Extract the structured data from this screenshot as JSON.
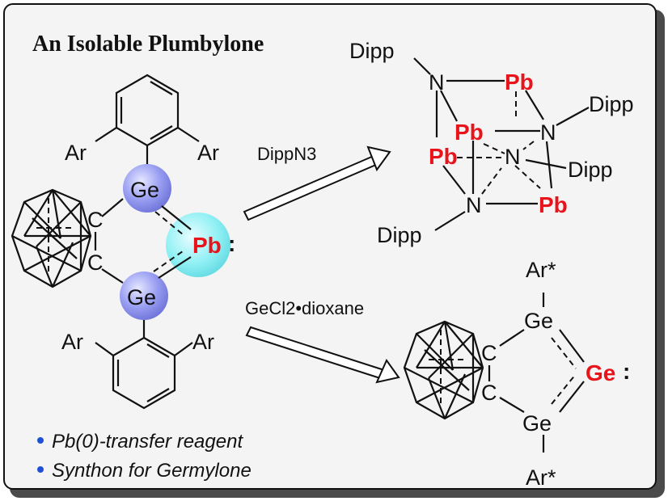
{
  "title": "An Isolable Plumbylone",
  "reagents": {
    "arrow_top": "DippN3",
    "arrow_bottom": "GeCl2•dioxane"
  },
  "plumbylone": {
    "aryl_group": "Ar",
    "germanium": "Ge",
    "carbon": "C",
    "lead": "Pb",
    "lone_pair": ":"
  },
  "cluster": {
    "substituent": "Dipp",
    "nitrogen": "N",
    "lead": "Pb"
  },
  "germylone": {
    "aryl_group": "Ar*",
    "germanium": "Ge",
    "carbon": "C",
    "central": "Ge",
    "lone_pair": ":"
  },
  "bullets": [
    "Pb(0)-transfer reagent",
    "Synthon for Germylone"
  ],
  "colors": {
    "lead_red": "#e8141b",
    "germanium_sphere": "#8a8ff0",
    "lead_sphere": "#7fe6ec",
    "bullet_blue": "#1f4fd6"
  }
}
